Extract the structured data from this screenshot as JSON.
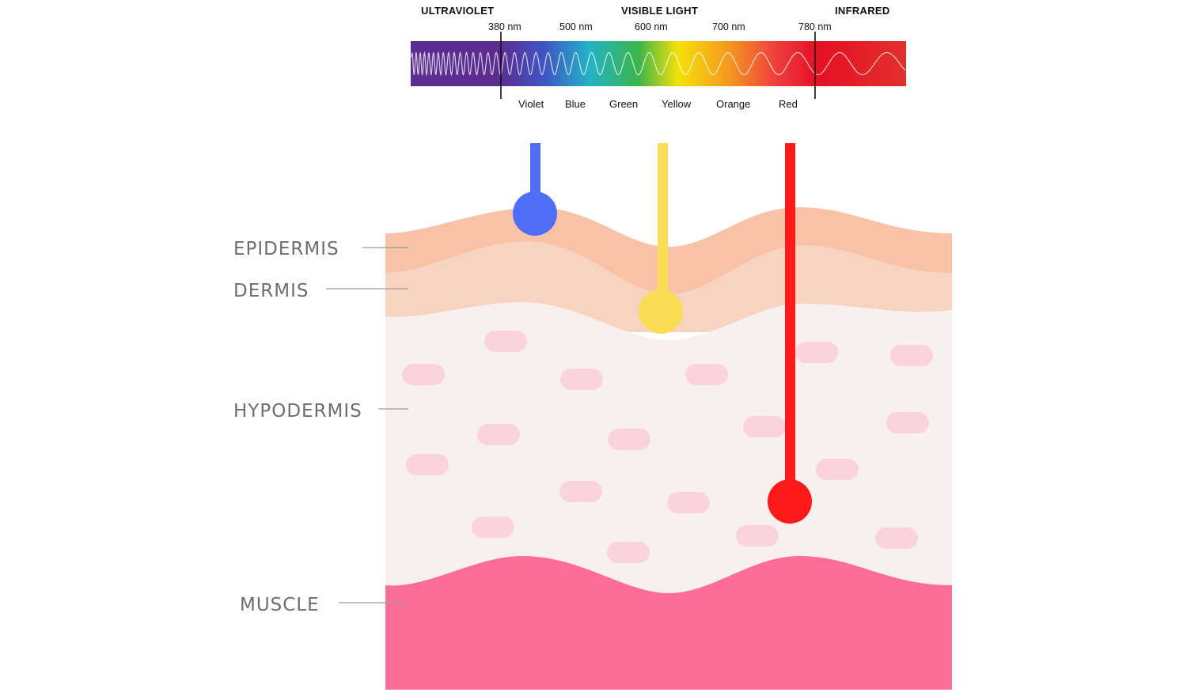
{
  "spectrum": {
    "regions": {
      "ultraviolet": "ULTRAVIOLET",
      "visible": "VISIBLE LIGHT",
      "infrared": "INFRARED"
    },
    "wavelengths": {
      "nm380": "380 nm",
      "nm500": "500 nm",
      "nm600": "600 nm",
      "nm700": "700 nm",
      "nm780": "780 nm"
    },
    "colors": {
      "violet": "Violet",
      "blue": "Blue",
      "green": "Green",
      "yellow": "Yellow",
      "orange": "Orange",
      "red": "Red"
    },
    "gradient_colors": [
      "#5b2d91",
      "#3a5fc8",
      "#23b5c2",
      "#35b54a",
      "#f4e00a",
      "#f39a1e",
      "#ee3b3b",
      "#e2212b"
    ]
  },
  "layers": {
    "epidermis": "EPIDERMIS",
    "dermis": "DERMIS",
    "hypodermis": "HYPODERMIS",
    "muscle": "MUSCLE"
  },
  "layer_colors": {
    "epidermis": "#f8c2a6",
    "dermis": "#f9d3c2",
    "hypodermis": "#f8f0ee",
    "muscle": "#fd6d98",
    "fat_cells": "#fbd3de"
  },
  "probes": [
    {
      "color_name": "blue",
      "hex": "#4f6df6",
      "reaches": "epidermis"
    },
    {
      "color_name": "yellow",
      "hex": "#fbdd55",
      "reaches": "dermis"
    },
    {
      "color_name": "red",
      "hex": "#ff1a1a",
      "reaches": "hypodermis"
    }
  ]
}
